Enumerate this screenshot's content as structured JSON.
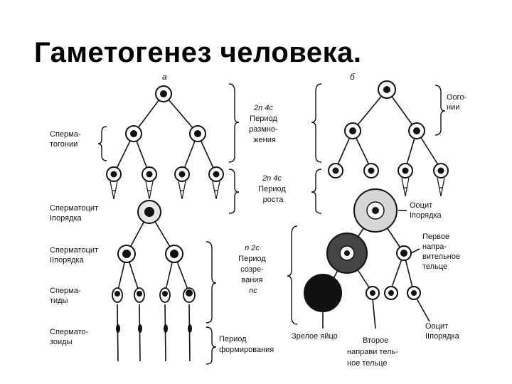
{
  "title": "Гаметогенез человека.",
  "panel_a_letter": "а",
  "panel_b_letter": "б",
  "left_labels": {
    "spermatogonia": [
      "Сперма-",
      "тогонии"
    ],
    "spermatocyte_1": [
      "Сперматоцит",
      "Iпорядка"
    ],
    "spermatocyte_2": [
      "Сперматоцит",
      "IIпорядка"
    ],
    "spermatids": [
      "Сперма-",
      "тиды"
    ],
    "spermatozoa": [
      "Спермато-",
      "зоиды"
    ]
  },
  "center_labels": {
    "reproduction": [
      "2n 4c",
      "Период",
      "размно-",
      "жения"
    ],
    "growth": [
      "2n 4c",
      "Период",
      "роста"
    ],
    "maturation": [
      "n 2c",
      "Период",
      "созре-",
      "вания",
      "nc"
    ],
    "formation": [
      "Период",
      "формирования"
    ]
  },
  "right_labels": {
    "oogonia": [
      "Оого-",
      "нии"
    ],
    "oocyte_1": [
      "Ооцит",
      "Iпорядка"
    ],
    "first_polar_body": [
      "Первое",
      "напра-",
      "вительное",
      "тельце"
    ],
    "oocyte_2": [
      "Ооцит",
      "IIпорядка"
    ],
    "mature_egg": "Зрелое яйцо",
    "second_polar_body": [
      "Второе",
      "направи тель-",
      "ное тельце"
    ]
  },
  "colors": {
    "ink": "#111111",
    "background": "#ffffff"
  }
}
